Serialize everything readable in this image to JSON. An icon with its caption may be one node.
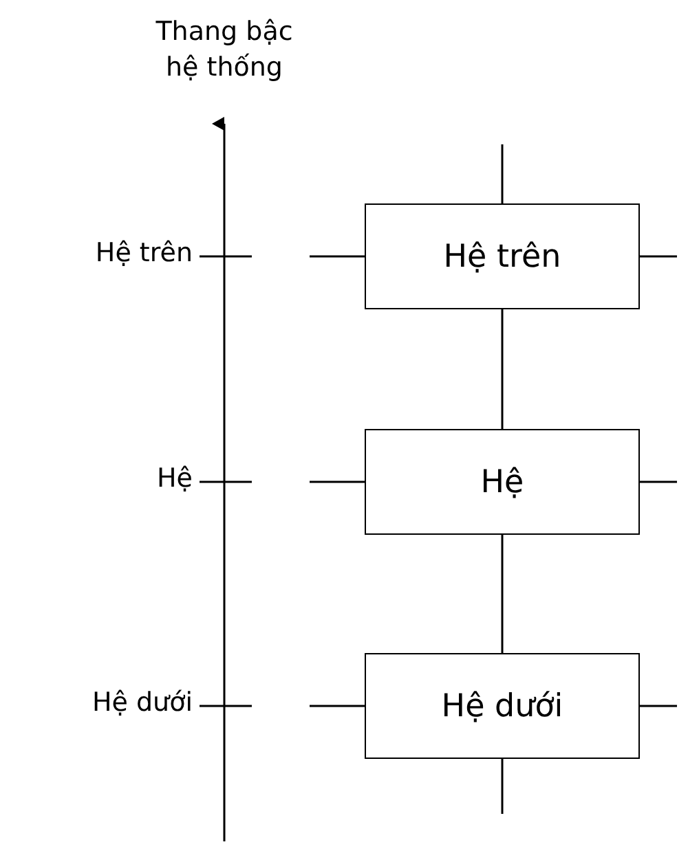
{
  "diagram": {
    "nodes": [
      {
        "text": [
          "Hệ trên"
        ]
      },
      {
        "text": [
          "Hệ"
        ]
      },
      {
        "text": [
          "Hệ dưới"
        ]
      }
    ],
    "edges": [
      {
        "from": 0,
        "to": 1,
        "arrow": "none"
      },
      {
        "from": 1,
        "to": 2,
        "arrow": "none"
      },
      {
        "from": 0,
        "to": null,
        "arrow": "none"
      },
      {
        "from": 0,
        "to": null,
        "arrow": "none"
      },
      {
        "from": 0,
        "to": null,
        "arrow": "none"
      },
      {
        "from": 1,
        "to": null,
        "arrow": "none"
      },
      {
        "from": 1,
        "to": null,
        "arrow": "none"
      },
      {
        "from": 2,
        "to": null,
        "arrow": "none"
      },
      {
        "from": 2,
        "to": null,
        "arrow": "none"
      },
      {
        "from": 2,
        "to": null,
        "arrow": "none"
      }
    ],
    "labels": [
      "Thang bậc hệ thống",
      "Hệ trên",
      "Hệ",
      "Hệ dưới"
    ]
  }
}
